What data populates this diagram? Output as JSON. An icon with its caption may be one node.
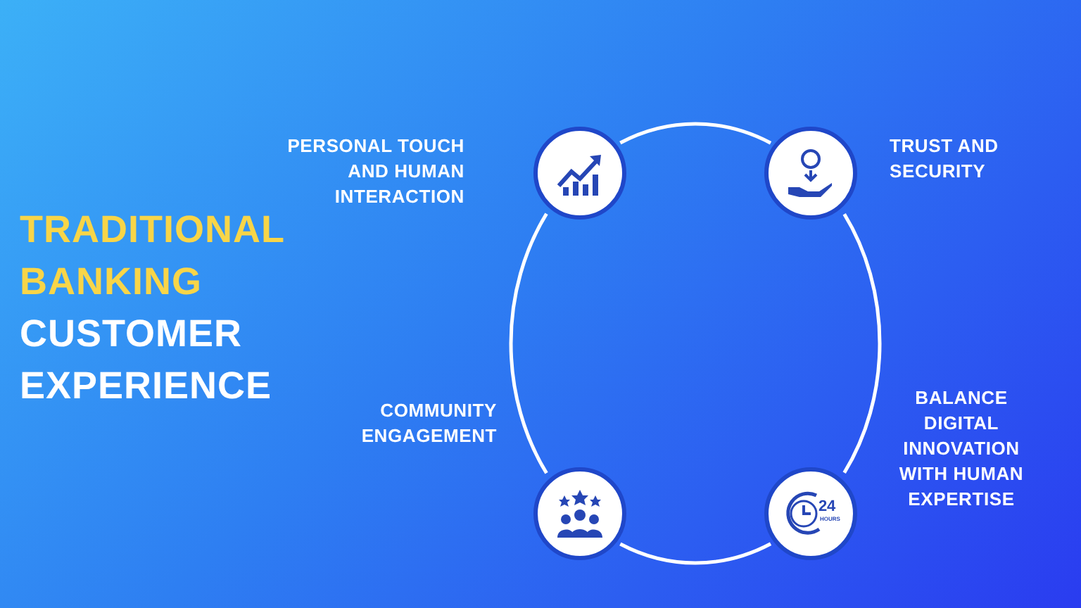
{
  "diagram": {
    "nodes": [
      {
        "text": [],
        "shape": "circle",
        "beside": [
          "PERSONAL TOUCH AND HUMAN INTERACTION"
        ]
      },
      {
        "text": [],
        "shape": "circle",
        "beside": [
          "TRUST AND SECURITY"
        ]
      },
      {
        "text": [],
        "shape": "circle",
        "beside": [
          "COMMUNITY ENGAGEMENT"
        ]
      },
      {
        "text": [],
        "shape": "circle",
        "beside": [
          "BALANCE DIGITAL INNOVATION WITH HUMAN EXPERTISE"
        ]
      }
    ],
    "edges": [
      {
        "from": 0,
        "to": 1,
        "arrow": "none"
      },
      {
        "from": 1,
        "to": 3,
        "arrow": "none"
      },
      {
        "from": 3,
        "to": 2,
        "arrow": "none"
      },
      {
        "from": 2,
        "to": 0,
        "arrow": "none"
      }
    ],
    "labels": [
      "TRADITIONAL BANKING",
      "CUSTOMER EXPERIENCE",
      "24",
      "HOURS"
    ]
  }
}
